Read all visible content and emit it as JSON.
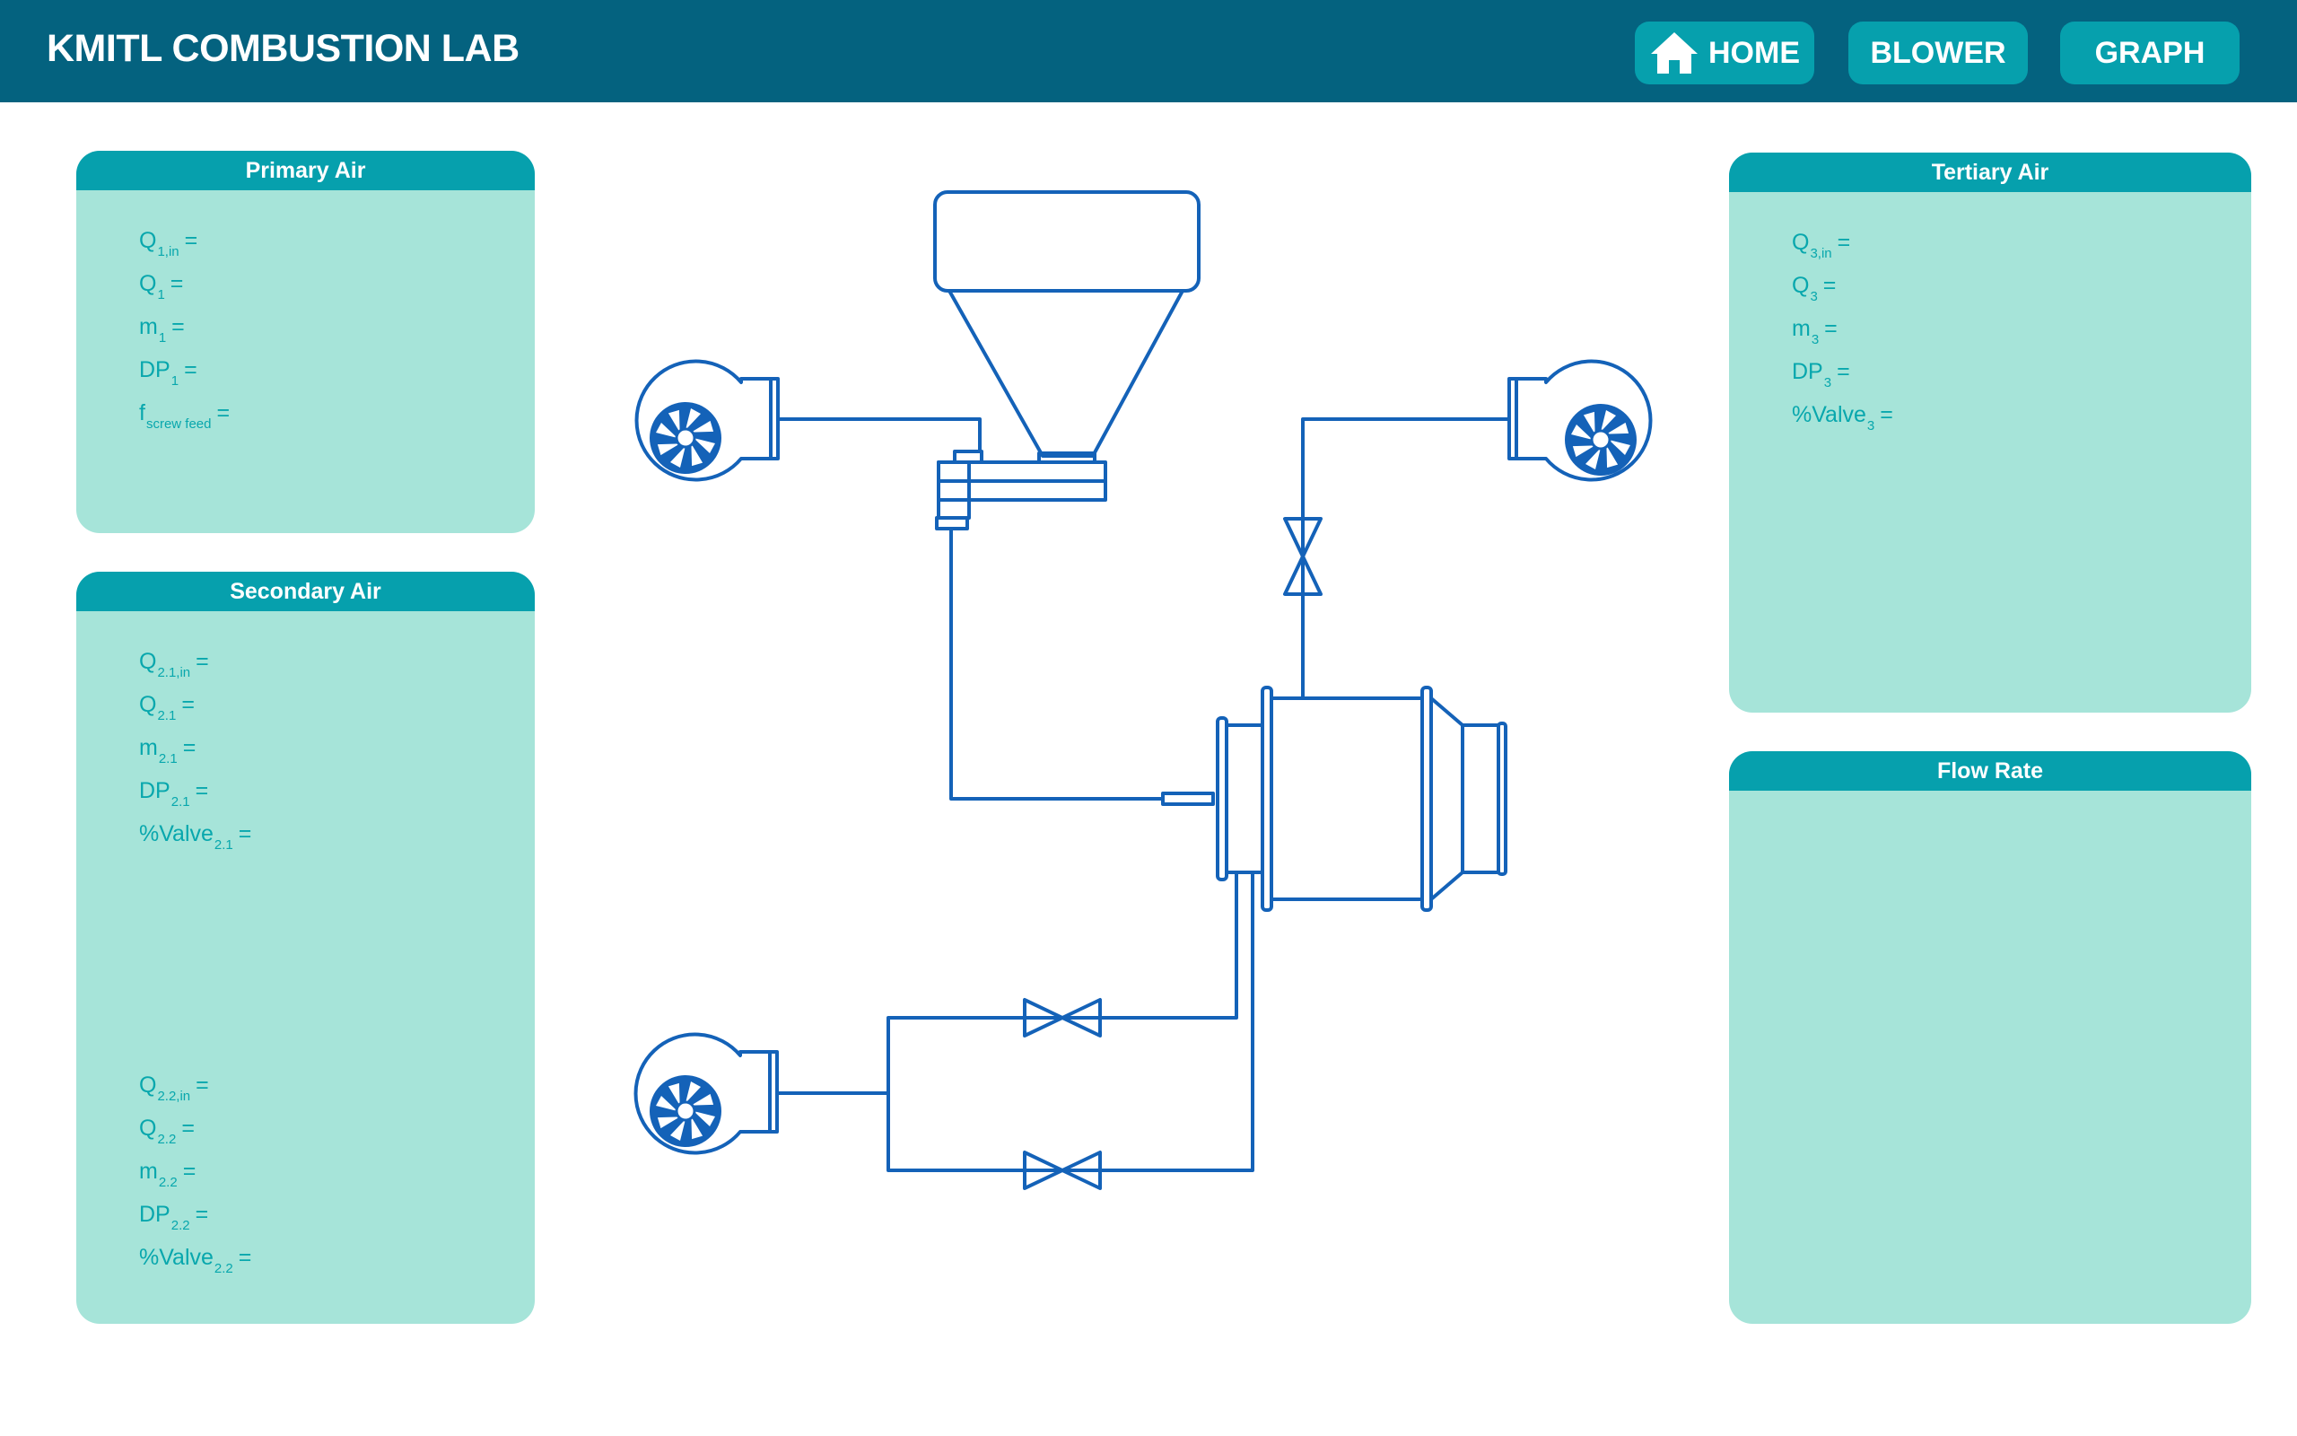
{
  "app": {
    "title": "KMITL COMBUSTION LAB"
  },
  "nav": {
    "home": {
      "label": "HOME",
      "icon": "home-icon"
    },
    "blower": {
      "label": "BLOWER"
    },
    "graph": {
      "label": "GRAPH"
    }
  },
  "colors": {
    "header": "#04627f",
    "button": "#06a0ad",
    "panel": "#a6e4d9",
    "panel_header": "#06a0ad",
    "text_accent": "#08a7ad",
    "diagram_line": "#1462b8"
  },
  "panels": {
    "primary": {
      "title": "Primary Air",
      "params": [
        {
          "base": "Q",
          "sub": "1,in",
          "eq": "="
        },
        {
          "base": "Q",
          "sub": "1",
          "eq": "="
        },
        {
          "base": "m",
          "sub": "1",
          "eq": "="
        },
        {
          "base": "DP",
          "sub": "1",
          "eq": "="
        },
        {
          "base": "f",
          "sub": "screw feed",
          "eq": "="
        }
      ]
    },
    "secondary": {
      "title": "Secondary Air",
      "group1": [
        {
          "base": "Q",
          "sub": "2.1,in",
          "eq": "="
        },
        {
          "base": "Q",
          "sub": "2.1",
          "eq": "="
        },
        {
          "base": "m",
          "sub": "2.1",
          "eq": "="
        },
        {
          "base": "DP",
          "sub": "2.1",
          "eq": "="
        },
        {
          "base": "%Valve",
          "sub": "2.1",
          "eq": "="
        }
      ],
      "group2": [
        {
          "base": "Q",
          "sub": "2.2,in",
          "eq": "="
        },
        {
          "base": "Q",
          "sub": "2.2",
          "eq": "="
        },
        {
          "base": "m",
          "sub": "2.2",
          "eq": "="
        },
        {
          "base": "DP",
          "sub": "2.2",
          "eq": "="
        },
        {
          "base": "%Valve",
          "sub": "2.2",
          "eq": "="
        }
      ]
    },
    "tertiary": {
      "title": "Tertiary Air",
      "params": [
        {
          "base": "Q",
          "sub": "3,in",
          "eq": "="
        },
        {
          "base": "Q",
          "sub": "3",
          "eq": "="
        },
        {
          "base": "m",
          "sub": "3",
          "eq": "="
        },
        {
          "base": "DP",
          "sub": "3",
          "eq": "="
        },
        {
          "base": "%Valve",
          "sub": "3",
          "eq": "="
        }
      ]
    },
    "flowrate": {
      "title": "Flow Rate"
    }
  }
}
